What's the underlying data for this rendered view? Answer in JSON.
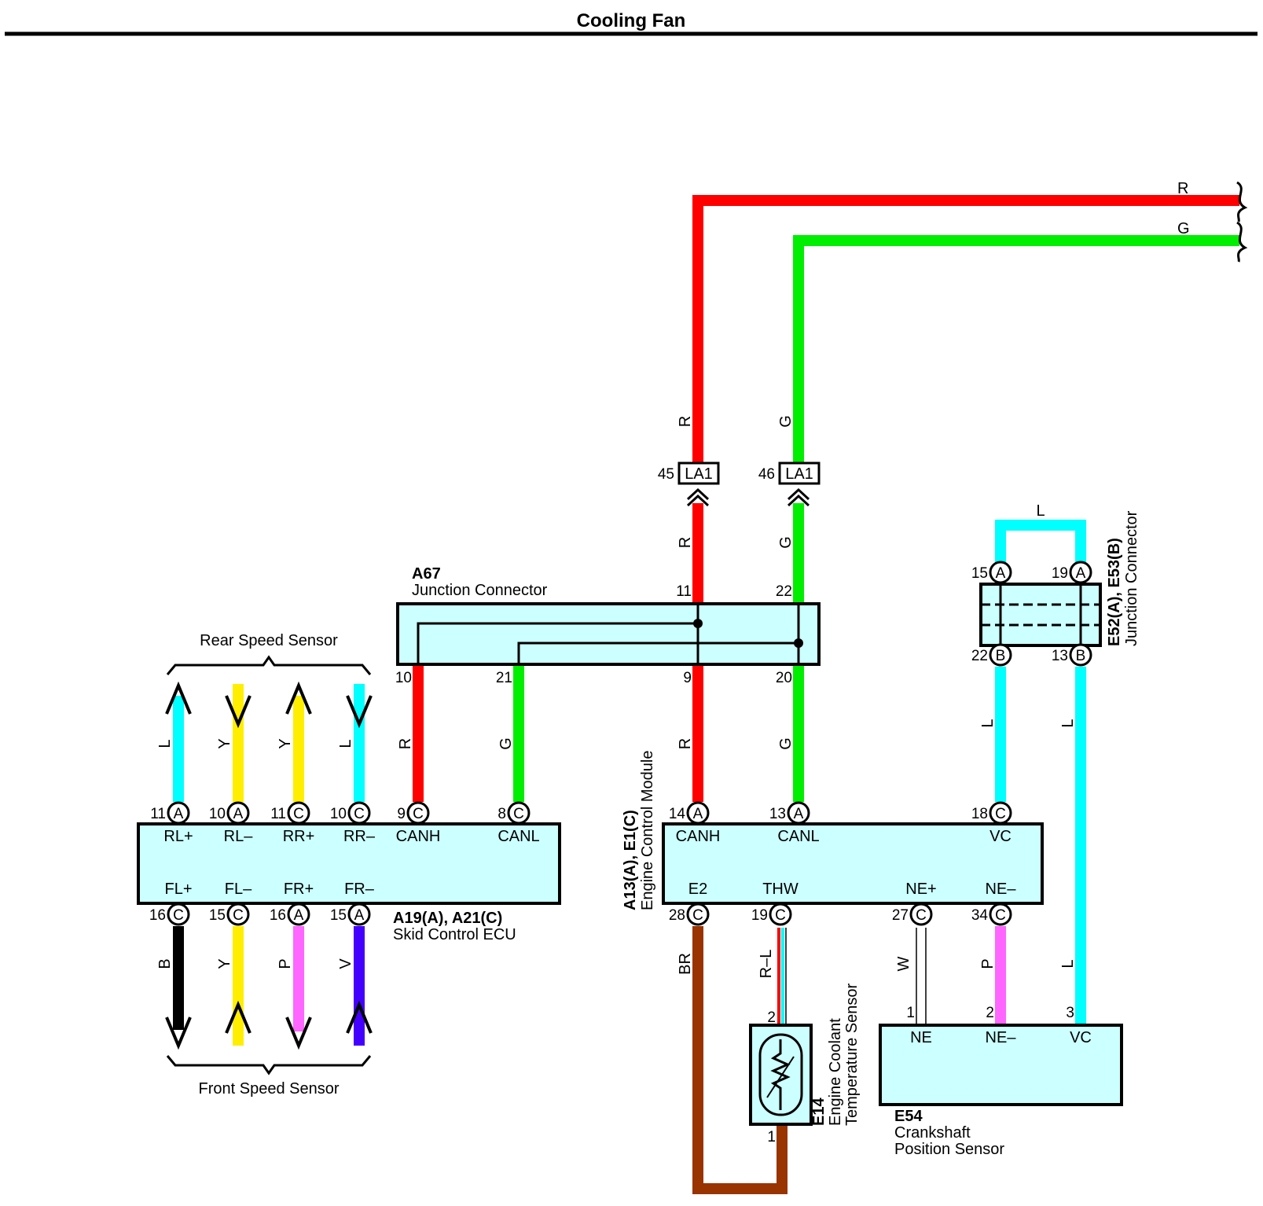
{
  "title": "Cooling Fan",
  "colors": {
    "R": "#ff0000",
    "G": "#00ee00",
    "L": "#00ffff",
    "Y": "#ffee00",
    "B": "#000000",
    "P": "#ff66ff",
    "V": "#4400ff",
    "BR": "#993300",
    "W": "#ffffff",
    "component_fill": "#ccffff"
  },
  "wires": {
    "R": "R",
    "G": "G",
    "L": "L",
    "Y": "Y",
    "B": "B",
    "P": "P",
    "V": "V",
    "BR": "BR",
    "W": "W",
    "RL": "R–L"
  },
  "a67": {
    "id": "A67",
    "name": "Junction Connector",
    "pins": {
      "p10": "10",
      "p21": "21",
      "p9": "9",
      "p20": "20",
      "p11": "11",
      "p22": "22"
    }
  },
  "la1": {
    "label": "LA1",
    "pin45": "45",
    "pin46": "46"
  },
  "skid_ecu": {
    "id": "A19(A), A21(C)",
    "name": "Skid Control ECU",
    "top_terms": [
      "RL+",
      "RL–",
      "RR+",
      "RR–",
      "CANH",
      "CANL"
    ],
    "top_pins": [
      "11",
      "10",
      "11",
      "10",
      "9",
      "8"
    ],
    "top_letters": [
      "A",
      "A",
      "C",
      "C",
      "C",
      "C"
    ],
    "bottom_terms": [
      "FL+",
      "FL–",
      "FR+",
      "FR–"
    ],
    "bottom_pins": [
      "16",
      "15",
      "16",
      "15"
    ],
    "bottom_letters": [
      "C",
      "C",
      "A",
      "A"
    ]
  },
  "rear_speed_sensor": "Rear Speed Sensor",
  "front_speed_sensor": "Front Speed Sensor",
  "ecm": {
    "id": "A13(A), E1(C)",
    "name": "Engine Control Module",
    "top_terms": [
      "CANH",
      "CANL",
      "VC"
    ],
    "top_pins": [
      "14",
      "13",
      "18"
    ],
    "top_letters": [
      "A",
      "A",
      "C"
    ],
    "bottom_terms": [
      "E2",
      "THW",
      "NE+",
      "NE–"
    ],
    "bottom_pins": [
      "28",
      "19",
      "27",
      "34"
    ],
    "bottom_letters": [
      "C",
      "C",
      "C",
      "C"
    ]
  },
  "e52": {
    "id": "E52(A), E53(B)",
    "name": "Junction Connector",
    "pins": [
      "15",
      "19",
      "22",
      "13"
    ],
    "letters": [
      "A",
      "A",
      "B",
      "B"
    ]
  },
  "e14": {
    "id": "E14",
    "name_line1": "Engine Coolant",
    "name_line2": "Temperature Sensor",
    "pin2": "2",
    "pin1": "1"
  },
  "e54": {
    "id": "E54",
    "name_line1": "Crankshaft",
    "name_line2": "Position Sensor",
    "terms": [
      "NE",
      "NE–",
      "VC"
    ],
    "pins": [
      "1",
      "2",
      "3"
    ]
  }
}
